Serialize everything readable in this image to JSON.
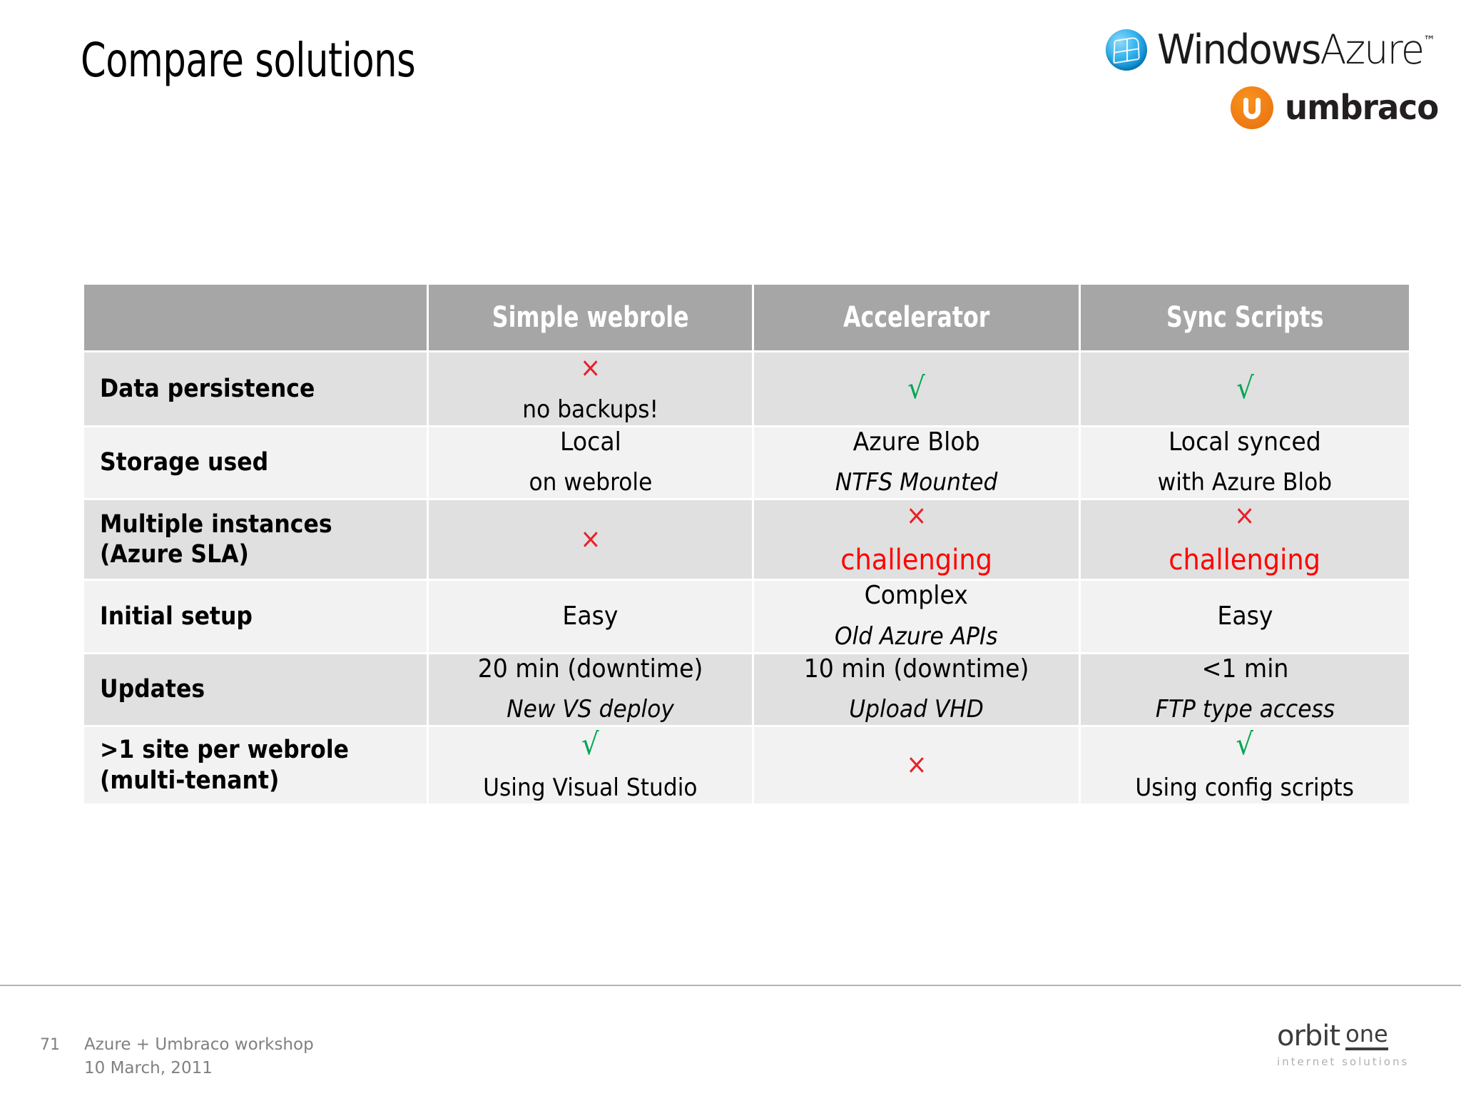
{
  "slide": {
    "title": "Compare solutions",
    "page_number": "71",
    "footer_line1": "Azure + Umbraco workshop",
    "footer_line2": "10 March, 2011"
  },
  "logos": {
    "azure": {
      "word1": "Windows",
      "word2": "Azure",
      "tm": "™",
      "icon": "windows-flag-icon"
    },
    "umbraco": {
      "word": "umbraco",
      "icon": "umbraco-u-icon"
    },
    "orbit": {
      "word": "orbit",
      "one": "one",
      "tagline": "internet solutions"
    }
  },
  "colors": {
    "header_bg": "#a6a6a6",
    "row_shade": "#e0e0e0",
    "row_light": "#f2f2f2",
    "ok_green": "#00a651",
    "no_red": "#e8212a",
    "warn_red": "#ff0000",
    "azure_blue": "#0a86ca",
    "umbraco_orange": "#f07c14"
  },
  "table": {
    "columns": [
      "",
      "Simple webrole",
      "Accelerator",
      "Sync Scripts"
    ],
    "rows": [
      {
        "label": "Data persistence",
        "shade": "shade",
        "cells": [
          {
            "mark": "×",
            "mark_type": "no",
            "sub": "no backups!"
          },
          {
            "mark": "√",
            "mark_type": "ok",
            "sub": ""
          },
          {
            "mark": "√",
            "mark_type": "ok",
            "sub": ""
          }
        ]
      },
      {
        "label": "Storage used",
        "shade": "light",
        "cells": [
          {
            "mark": "Local",
            "mark_type": "text",
            "sub": "on webrole",
            "sub_style": "plain"
          },
          {
            "mark": "Azure Blob",
            "mark_type": "text",
            "sub": "NTFS Mounted",
            "sub_style": "ital"
          },
          {
            "mark": "Local synced",
            "mark_type": "text",
            "sub": "with Azure Blob",
            "sub_style": "plain"
          }
        ]
      },
      {
        "label": "Multiple instances",
        "label2": "(Azure SLA)",
        "shade": "shade",
        "cells": [
          {
            "mark": "×",
            "mark_type": "no",
            "sub": ""
          },
          {
            "mark": "×",
            "mark_type": "no",
            "sub": "challenging",
            "sub_style": "warn"
          },
          {
            "mark": "×",
            "mark_type": "no",
            "sub": "challenging",
            "sub_style": "warn"
          }
        ]
      },
      {
        "label": "Initial setup",
        "shade": "light",
        "cells": [
          {
            "mark": "Easy",
            "mark_type": "text",
            "sub": ""
          },
          {
            "mark": "Complex",
            "mark_type": "text",
            "sub": "Old Azure APIs",
            "sub_style": "ital"
          },
          {
            "mark": "Easy",
            "mark_type": "text",
            "sub": ""
          }
        ]
      },
      {
        "label": "Updates",
        "shade": "shade",
        "cells": [
          {
            "mark": "20 min (downtime)",
            "mark_type": "text",
            "sub": "New VS deploy",
            "sub_style": "ital"
          },
          {
            "mark": "10 min (downtime)",
            "mark_type": "text",
            "sub": "Upload VHD",
            "sub_style": "ital"
          },
          {
            "mark": "<1 min",
            "mark_type": "text",
            "sub": "FTP type access",
            "sub_style": "ital"
          }
        ]
      },
      {
        "label": ">1 site per webrole",
        "label2": "(multi-tenant)",
        "shade": "light",
        "cells": [
          {
            "mark": "√",
            "mark_type": "ok",
            "sub": "Using Visual Studio",
            "sub_style": "plain"
          },
          {
            "mark": "×",
            "mark_type": "no",
            "sub": ""
          },
          {
            "mark": "√",
            "mark_type": "ok",
            "sub": "Using config scripts",
            "sub_style": "plain"
          }
        ]
      }
    ]
  }
}
